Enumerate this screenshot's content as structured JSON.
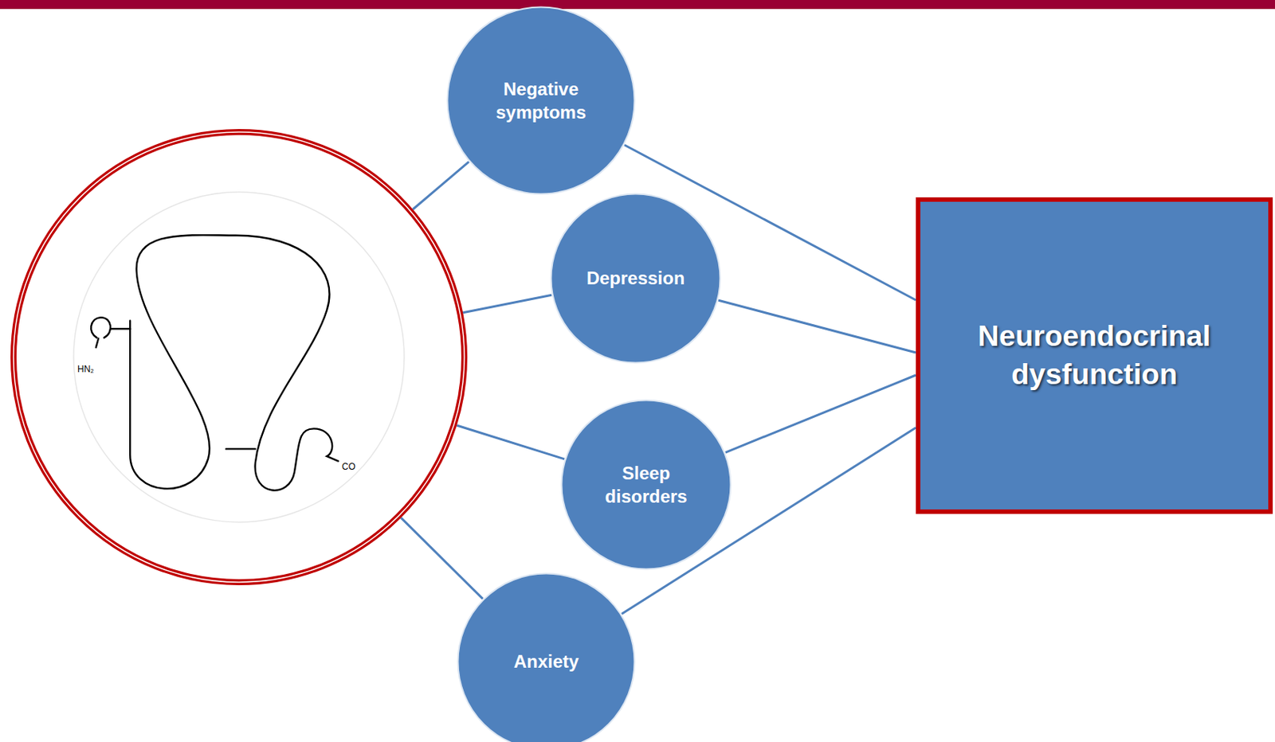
{
  "diagram": {
    "nodes": [
      {
        "text": [
          "HN₂",
          "CO"
        ]
      },
      {
        "text": [
          "Negative symptoms"
        ]
      },
      {
        "text": [
          "Depression"
        ]
      },
      {
        "text": [
          "Sleep disorders"
        ]
      },
      {
        "text": [
          "Anxiety"
        ]
      },
      {
        "text": [
          "Neuroendocrinal dysfunction"
        ]
      }
    ],
    "edges": [
      {
        "from": 0,
        "to": 1,
        "arrow": "none"
      },
      {
        "from": 0,
        "to": 2,
        "arrow": "none"
      },
      {
        "from": 0,
        "to": 3,
        "arrow": "none"
      },
      {
        "from": 0,
        "to": 4,
        "arrow": "none"
      },
      {
        "from": 1,
        "to": 5,
        "arrow": "none"
      },
      {
        "from": 2,
        "to": 5,
        "arrow": "none"
      },
      {
        "from": 3,
        "to": 5,
        "arrow": "none"
      },
      {
        "from": 4,
        "to": 5,
        "arrow": "none"
      }
    ]
  }
}
